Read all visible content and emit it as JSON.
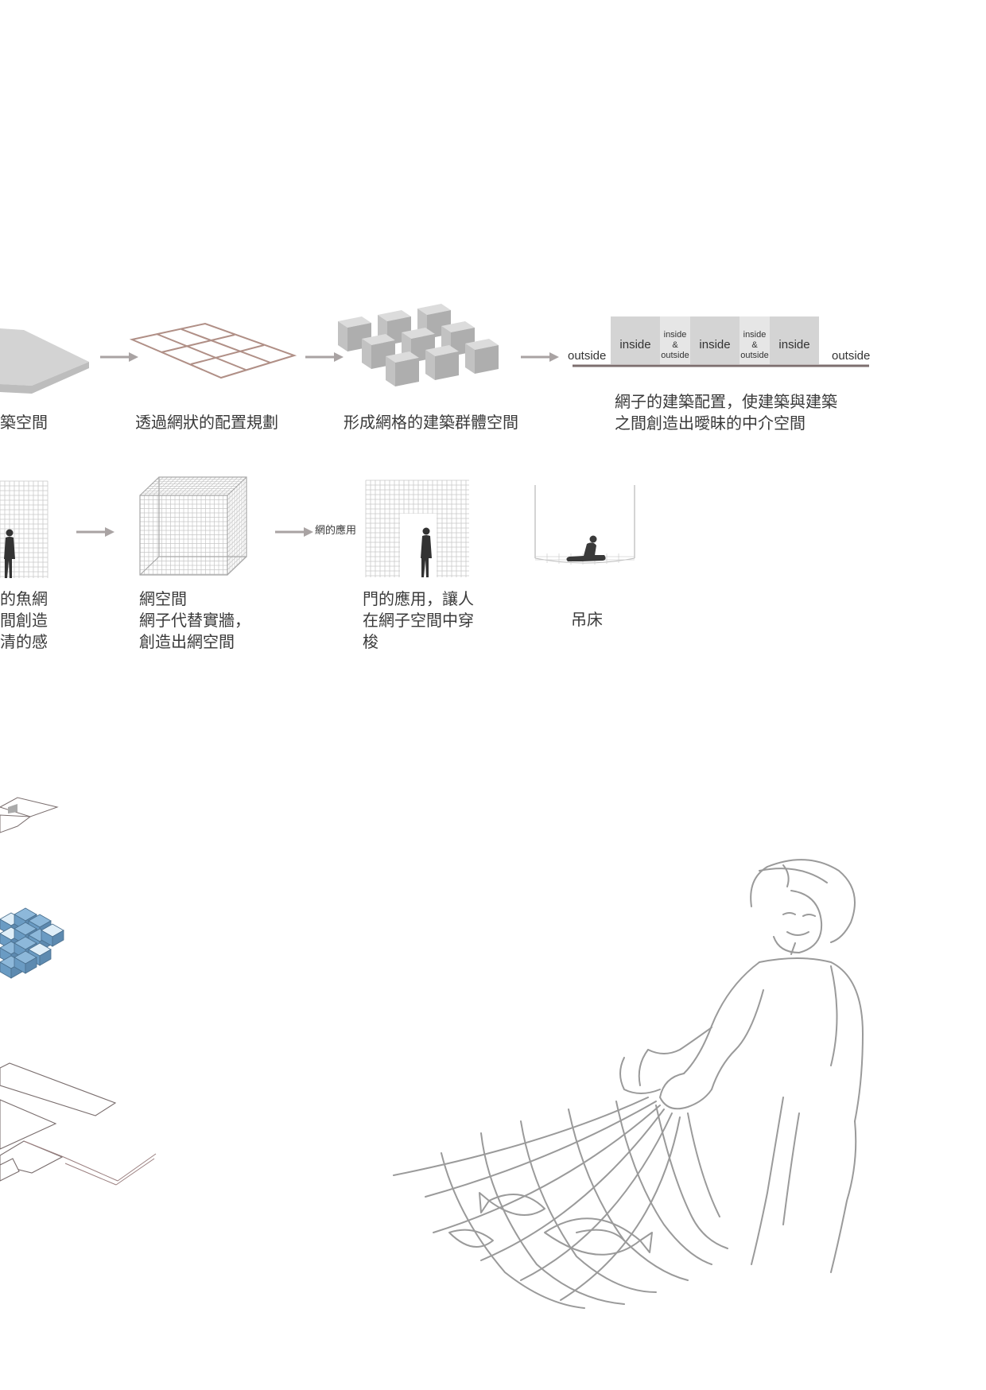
{
  "row1": {
    "step1_caption": "築空間",
    "step2_caption": "透過網狀的配置規劃",
    "step3_caption": "形成網格的建築群體空間",
    "step4_caption_lines": [
      "網子的建築配置，使建築與建築",
      "之間創造出曖昧的中介空間"
    ],
    "section_diagram": {
      "outside_left": "outside",
      "inside_1": "inside",
      "mix_1": [
        "inside",
        "&",
        "outside"
      ],
      "inside_2": "inside",
      "mix_2": [
        "inside",
        "&",
        "outside"
      ],
      "inside_3": "inside",
      "outside_right": "outside"
    }
  },
  "row2": {
    "step1_caption_lines": [
      "的魚網",
      "間創造",
      "清的感"
    ],
    "step2_caption_lines": [
      "網空間",
      "網子代替實牆，",
      "創造出網空間"
    ],
    "arrow_label": "網的應用",
    "step3_caption_lines": [
      "門的應用，讓人",
      "在網子空間中穿",
      "梭"
    ],
    "step4_caption": "吊床"
  },
  "colors": {
    "arrow": "#a9a3a3",
    "grid_line": "#b08f86",
    "block_top": "#d9d9d9",
    "block_side": "#b9b9b9",
    "section_fill": "#d4d4d4",
    "ground_line": "#7d6f6f",
    "illustration_line": "#9a9a9a",
    "axon_blue": "#8db8da"
  }
}
